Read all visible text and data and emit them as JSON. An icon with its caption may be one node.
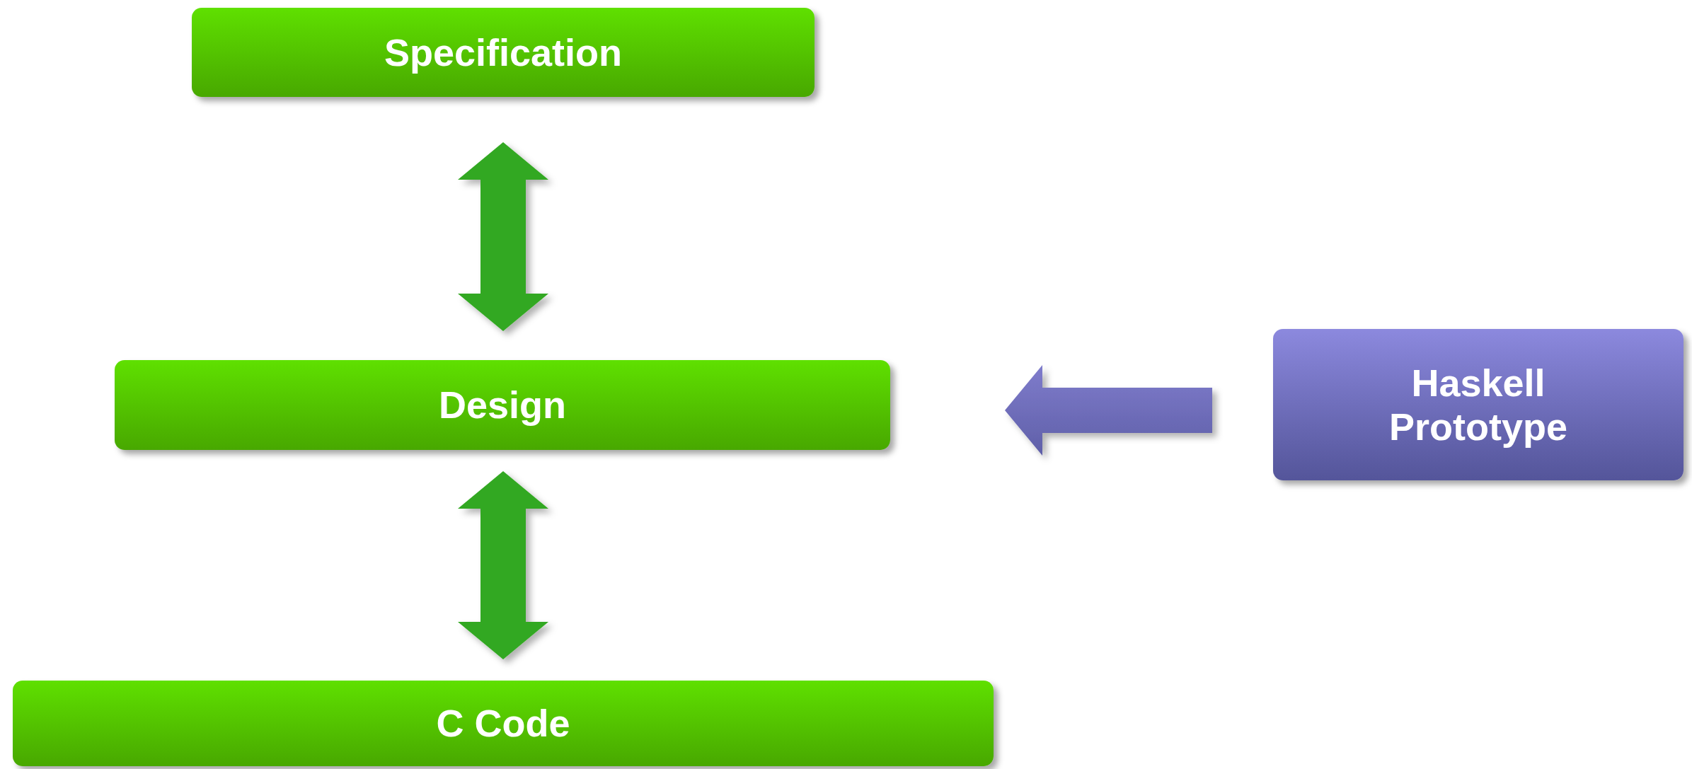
{
  "diagram": {
    "nodes": [
      {
        "text": [
          "Specification"
        ]
      },
      {
        "text": [
          "Design"
        ]
      },
      {
        "text": [
          "C Code"
        ]
      },
      {
        "text": [
          "Haskell Prototype"
        ]
      }
    ],
    "edges": [
      {
        "from": 0,
        "to": 1,
        "arrow": "both"
      },
      {
        "from": 1,
        "to": 2,
        "arrow": "both"
      },
      {
        "from": 3,
        "to": 1,
        "arrow": "to"
      }
    ]
  }
}
